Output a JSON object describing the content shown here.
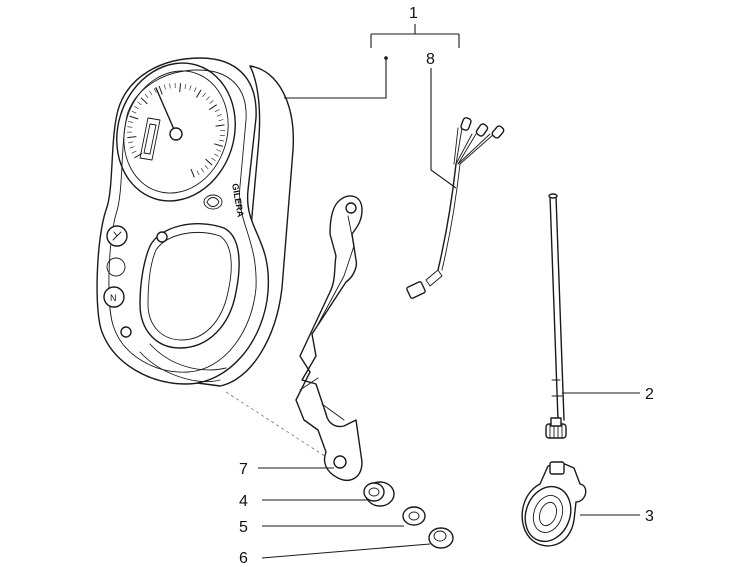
{
  "diagram": {
    "brand_text": "GILERA",
    "callouts": [
      {
        "id": "1",
        "label": "1"
      },
      {
        "id": "2",
        "label": "2"
      },
      {
        "id": "3",
        "label": "3"
      },
      {
        "id": "4",
        "label": "4"
      },
      {
        "id": "5",
        "label": "5"
      },
      {
        "id": "6",
        "label": "6"
      },
      {
        "id": "7",
        "label": "7"
      },
      {
        "id": "8",
        "label": "8"
      }
    ]
  }
}
